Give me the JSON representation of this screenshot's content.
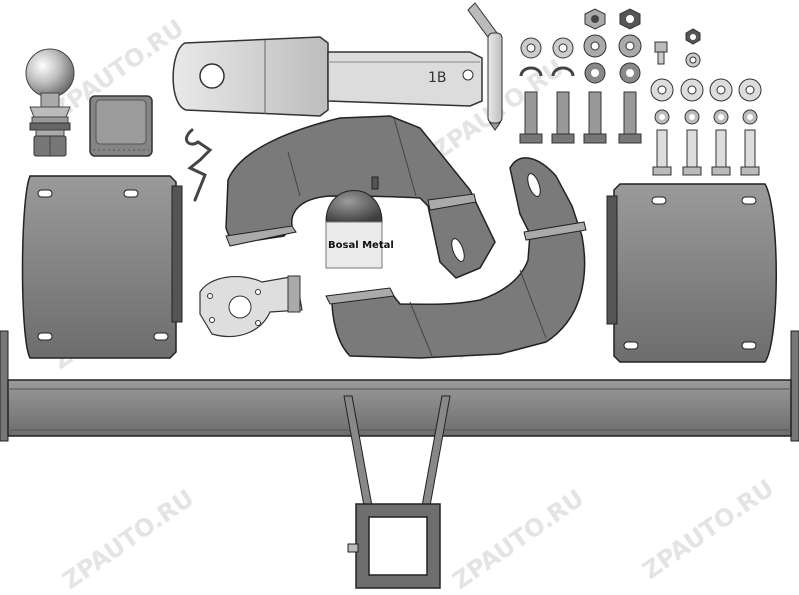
{
  "image": {
    "description_labels": {
      "engraving": "1B",
      "cover_brand": "Bosal Metal",
      "watermark": "ZPAUTO.RU"
    }
  }
}
